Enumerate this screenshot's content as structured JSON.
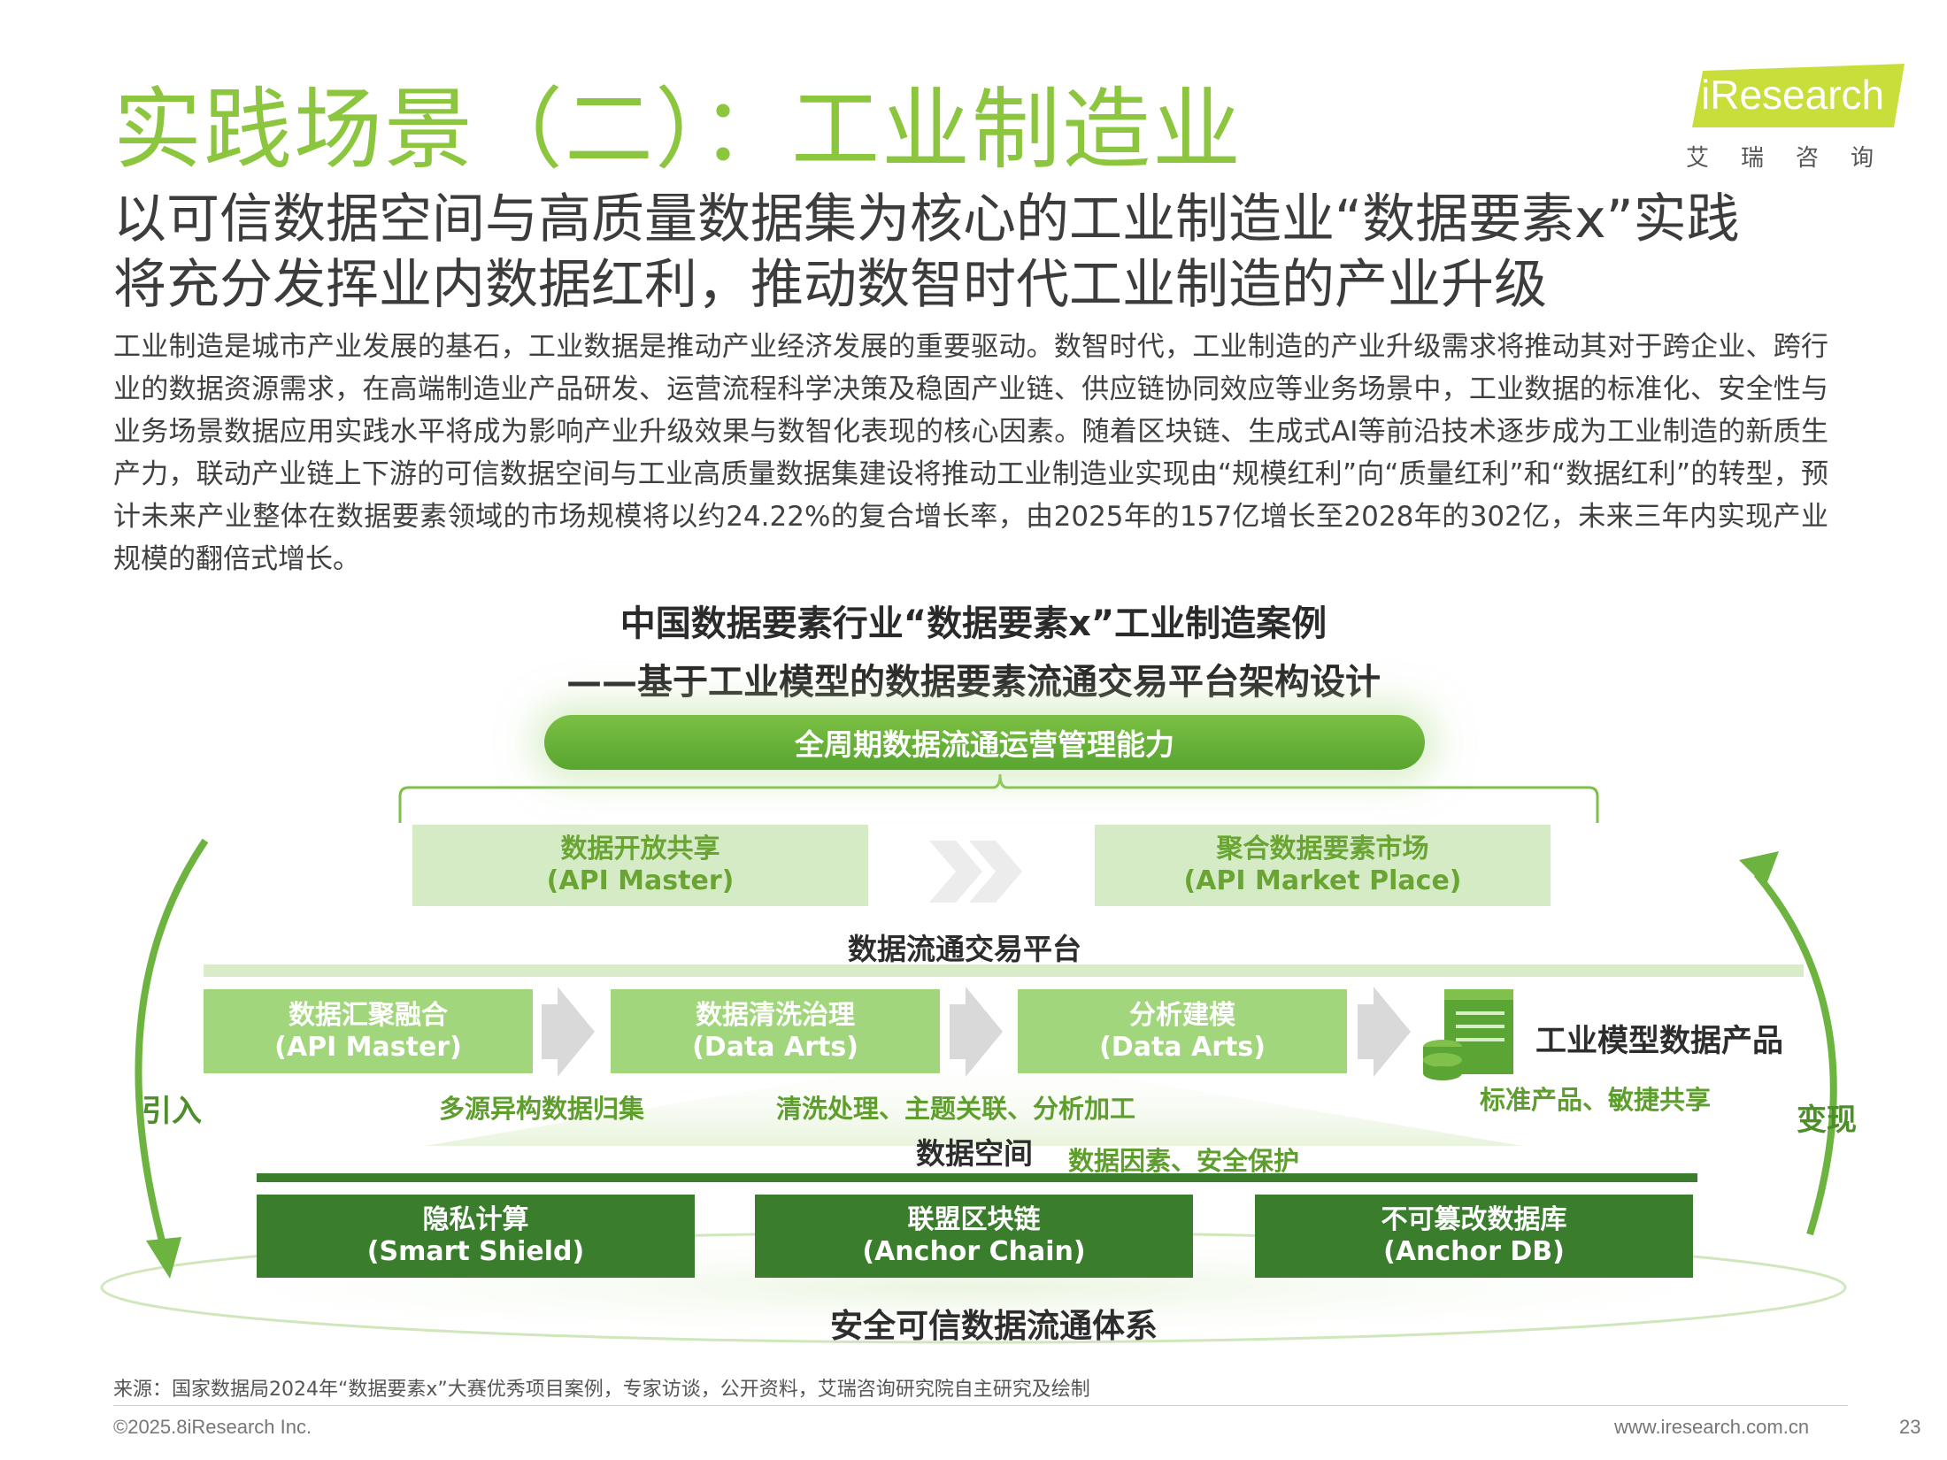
{
  "header": {
    "title": "实践场景（二）：工业制造业",
    "subtitle_line1": "以可信数据空间与高质量数据集为核心的工业制造业“数据要素x”实践",
    "subtitle_line2": "将充分发挥业内数据红利，推动数智时代工业制造的产业升级",
    "body": "工业制造是城市产业发展的基石，工业数据是推动产业经济发展的重要驱动。数智时代，工业制造的产业升级需求将推动其对于跨企业、跨行业的数据资源需求，在高端制造业产品研发、运营流程科学决策及稳固产业链、供应链协同效应等业务场景中，工业数据的标准化、安全性与业务场景数据应用实践水平将成为影响产业升级效果与数智化表现的核心因素。随着区块链、生成式AI等前沿技术逐步成为工业制造的新质生产力，联动产业链上下游的可信数据空间与工业高质量数据集建设将推动工业制造业实现由“规模红利”向“质量红利”和“数据红利”的转型，预计未来产业整体在数据要素领域的市场规模将以约24.22%的复合增长率，由2025年的157亿增长至2028年的302亿，未来三年内实现产业规模的翻倍式增长。"
  },
  "logo": {
    "text": "iResearch",
    "subtext": "艾瑞咨询",
    "color": "#c8e03c"
  },
  "diagram": {
    "title_line1": "中国数据要素行业“数据要素x”工业制造案例",
    "title_line2": "——基于工业模型的数据要素流通交易平台架构设计",
    "top_pill": "全周期数据流通运营管理能力",
    "market_boxes": [
      {
        "name": "数据开放共享",
        "sub": "(API Master)"
      },
      {
        "name": "聚合数据要素市场",
        "sub": "(API Market Place)"
      }
    ],
    "platform_label": "数据流通交易平台",
    "process_steps": [
      {
        "name": "数据汇聚融合",
        "sub": "(API Master)",
        "caption": "多源异构数据归集"
      },
      {
        "name": "数据清洗治理",
        "sub": "(Data Arts)",
        "caption": "清洗处理、主题关联、分析加工"
      },
      {
        "name": "分析建模",
        "sub": "(Data Arts)",
        "caption": ""
      }
    ],
    "product": {
      "name": "工业模型数据产品",
      "caption": "标准产品、敏捷共享"
    },
    "space_label": "数据空间",
    "space_caption": "数据因素、安全保护",
    "security_boxes": [
      {
        "name": "隐私计算",
        "sub": "(Smart Shield)"
      },
      {
        "name": "联盟区块链",
        "sub": "(Anchor Chain)"
      },
      {
        "name": "不可篡改数据库",
        "sub": "(Anchor DB)"
      }
    ],
    "base_label": "安全可信数据流通体系",
    "left_arc_label": "引入",
    "right_arc_label": "变现",
    "colors": {
      "light_green": "#d5ebc6",
      "mid_green": "#a1d67c",
      "dark_green": "#3a7d2c",
      "accent": "#6db33f"
    }
  },
  "footer": {
    "source": "来源：国家数据局2024年“数据要素x”大赛优秀项目案例，专家访谈，公开资料，艾瑞咨询研究院自主研究及绘制",
    "copyright": "©2025.8iResearch Inc.",
    "url": "www.iresearch.com.cn",
    "page": "23"
  }
}
